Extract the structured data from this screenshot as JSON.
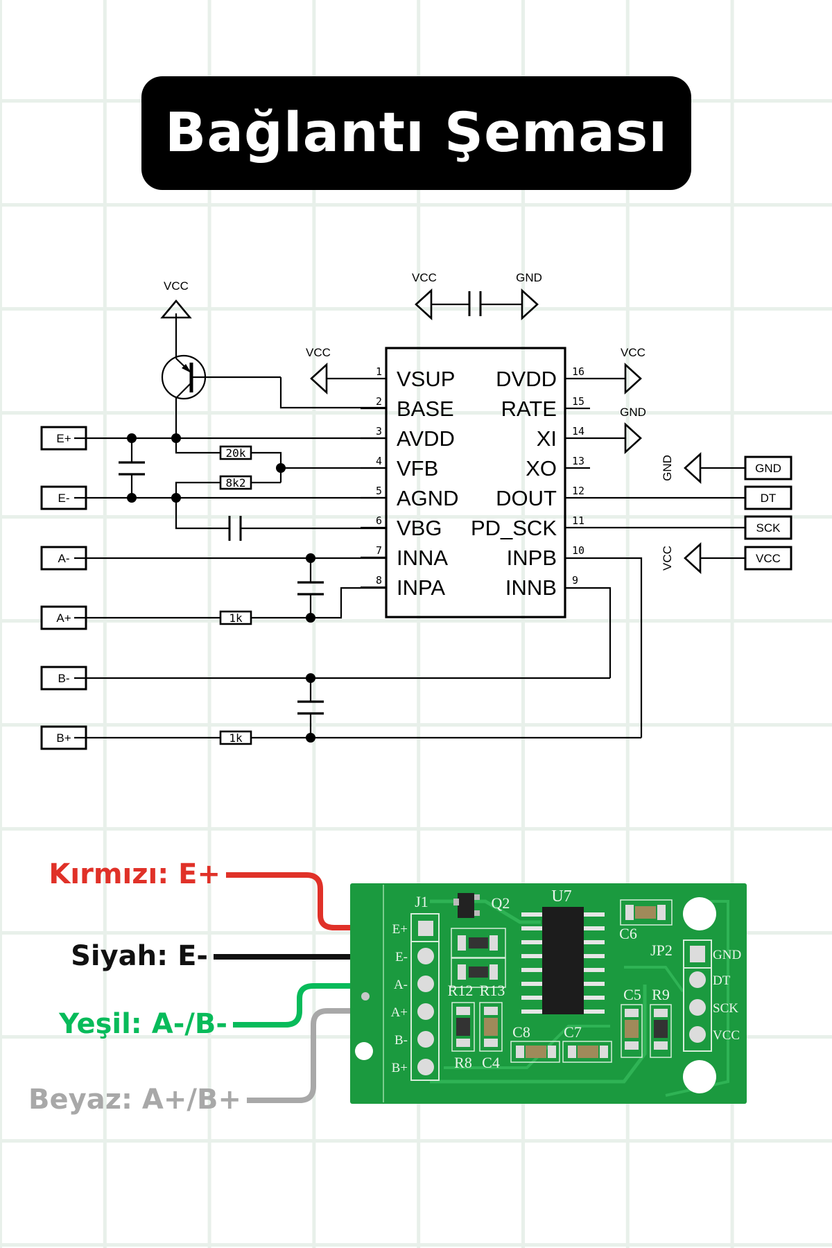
{
  "title": "Bağlantı Şeması",
  "colors": {
    "grid": "#e8f0ea",
    "title_bg": "#000000",
    "title_text": "#ffffff",
    "wire_red": "#e03128",
    "wire_black": "#000000",
    "wire_green": "#07bb5a",
    "wire_white": "#a8a8a8",
    "pcb_green": "#1b9a3f"
  },
  "schematic": {
    "chip": {
      "left_pins": [
        {
          "num": "1",
          "name": "VSUP"
        },
        {
          "num": "2",
          "name": "BASE"
        },
        {
          "num": "3",
          "name": "AVDD"
        },
        {
          "num": "4",
          "name": "VFB"
        },
        {
          "num": "5",
          "name": "AGND"
        },
        {
          "num": "6",
          "name": "VBG"
        },
        {
          "num": "7",
          "name": "INNA"
        },
        {
          "num": "8",
          "name": "INPA"
        }
      ],
      "right_pins": [
        {
          "num": "16",
          "name": "DVDD"
        },
        {
          "num": "15",
          "name": "RATE"
        },
        {
          "num": "14",
          "name": "XI"
        },
        {
          "num": "13",
          "name": "XO"
        },
        {
          "num": "12",
          "name": "DOUT"
        },
        {
          "num": "11",
          "name": "PD_SCK"
        },
        {
          "num": "10",
          "name": "INPB"
        },
        {
          "num": "9",
          "name": "INNB"
        }
      ]
    },
    "power_labels": {
      "transistor_vcc": "VCC",
      "pin1_vcc": "VCC",
      "decoupling_vcc": "VCC",
      "decoupling_gnd": "GND",
      "pin16_vcc": "VCC",
      "pin14_gnd": "GND",
      "out_gnd": "GND",
      "out_vcc": "VCC"
    },
    "resistors": {
      "r_vfb_top": "20k",
      "r_vfb_bottom": "8k2",
      "r_a_plus": "1k",
      "r_b_plus": "1k"
    },
    "input_terminals": [
      "E+",
      "E-",
      "A-",
      "A+",
      "B-",
      "B+"
    ],
    "output_terminals": [
      "GND",
      "DT",
      "SCK",
      "VCC"
    ]
  },
  "wiring": [
    {
      "label": "Kırmızı: E+",
      "color": "#e03128"
    },
    {
      "label": "Siyah: E-",
      "color": "#111111"
    },
    {
      "label": "Yeşil: A-/B-",
      "color": "#07bb5a"
    },
    {
      "label": "Beyaz: A+/B+",
      "color": "#a8a8a8"
    }
  ],
  "pcb": {
    "j1": "J1",
    "j1_pins": [
      "E+",
      "E-",
      "A-",
      "A+",
      "B-",
      "B+"
    ],
    "jp2": "JP2",
    "jp2_pins": [
      "GND",
      "DT",
      "SCK",
      "VCC"
    ],
    "components": {
      "q2": "Q2",
      "u7": "U7",
      "c6": "C6",
      "r12": "R12",
      "r13": "R13",
      "r8": "R8",
      "c4": "C4",
      "c8": "C8",
      "c7": "C7",
      "c5": "C5",
      "r9": "R9"
    }
  }
}
